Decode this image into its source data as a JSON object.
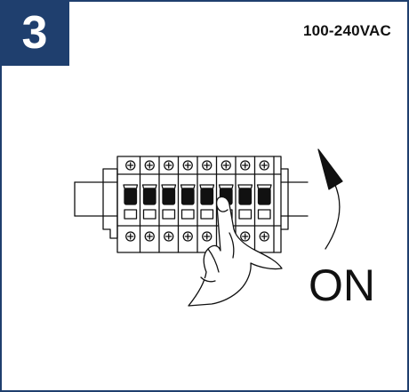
{
  "step": {
    "number": "3"
  },
  "supply": {
    "voltage": "100-240VAC"
  },
  "action": {
    "label": "ON"
  },
  "icons": [
    "circuit-breaker-panel-icon",
    "hand-icon",
    "curved-arrow-up-icon"
  ],
  "colors": {
    "accent": "#1f3f6e",
    "line": "#111111",
    "background": "#ffffff"
  }
}
